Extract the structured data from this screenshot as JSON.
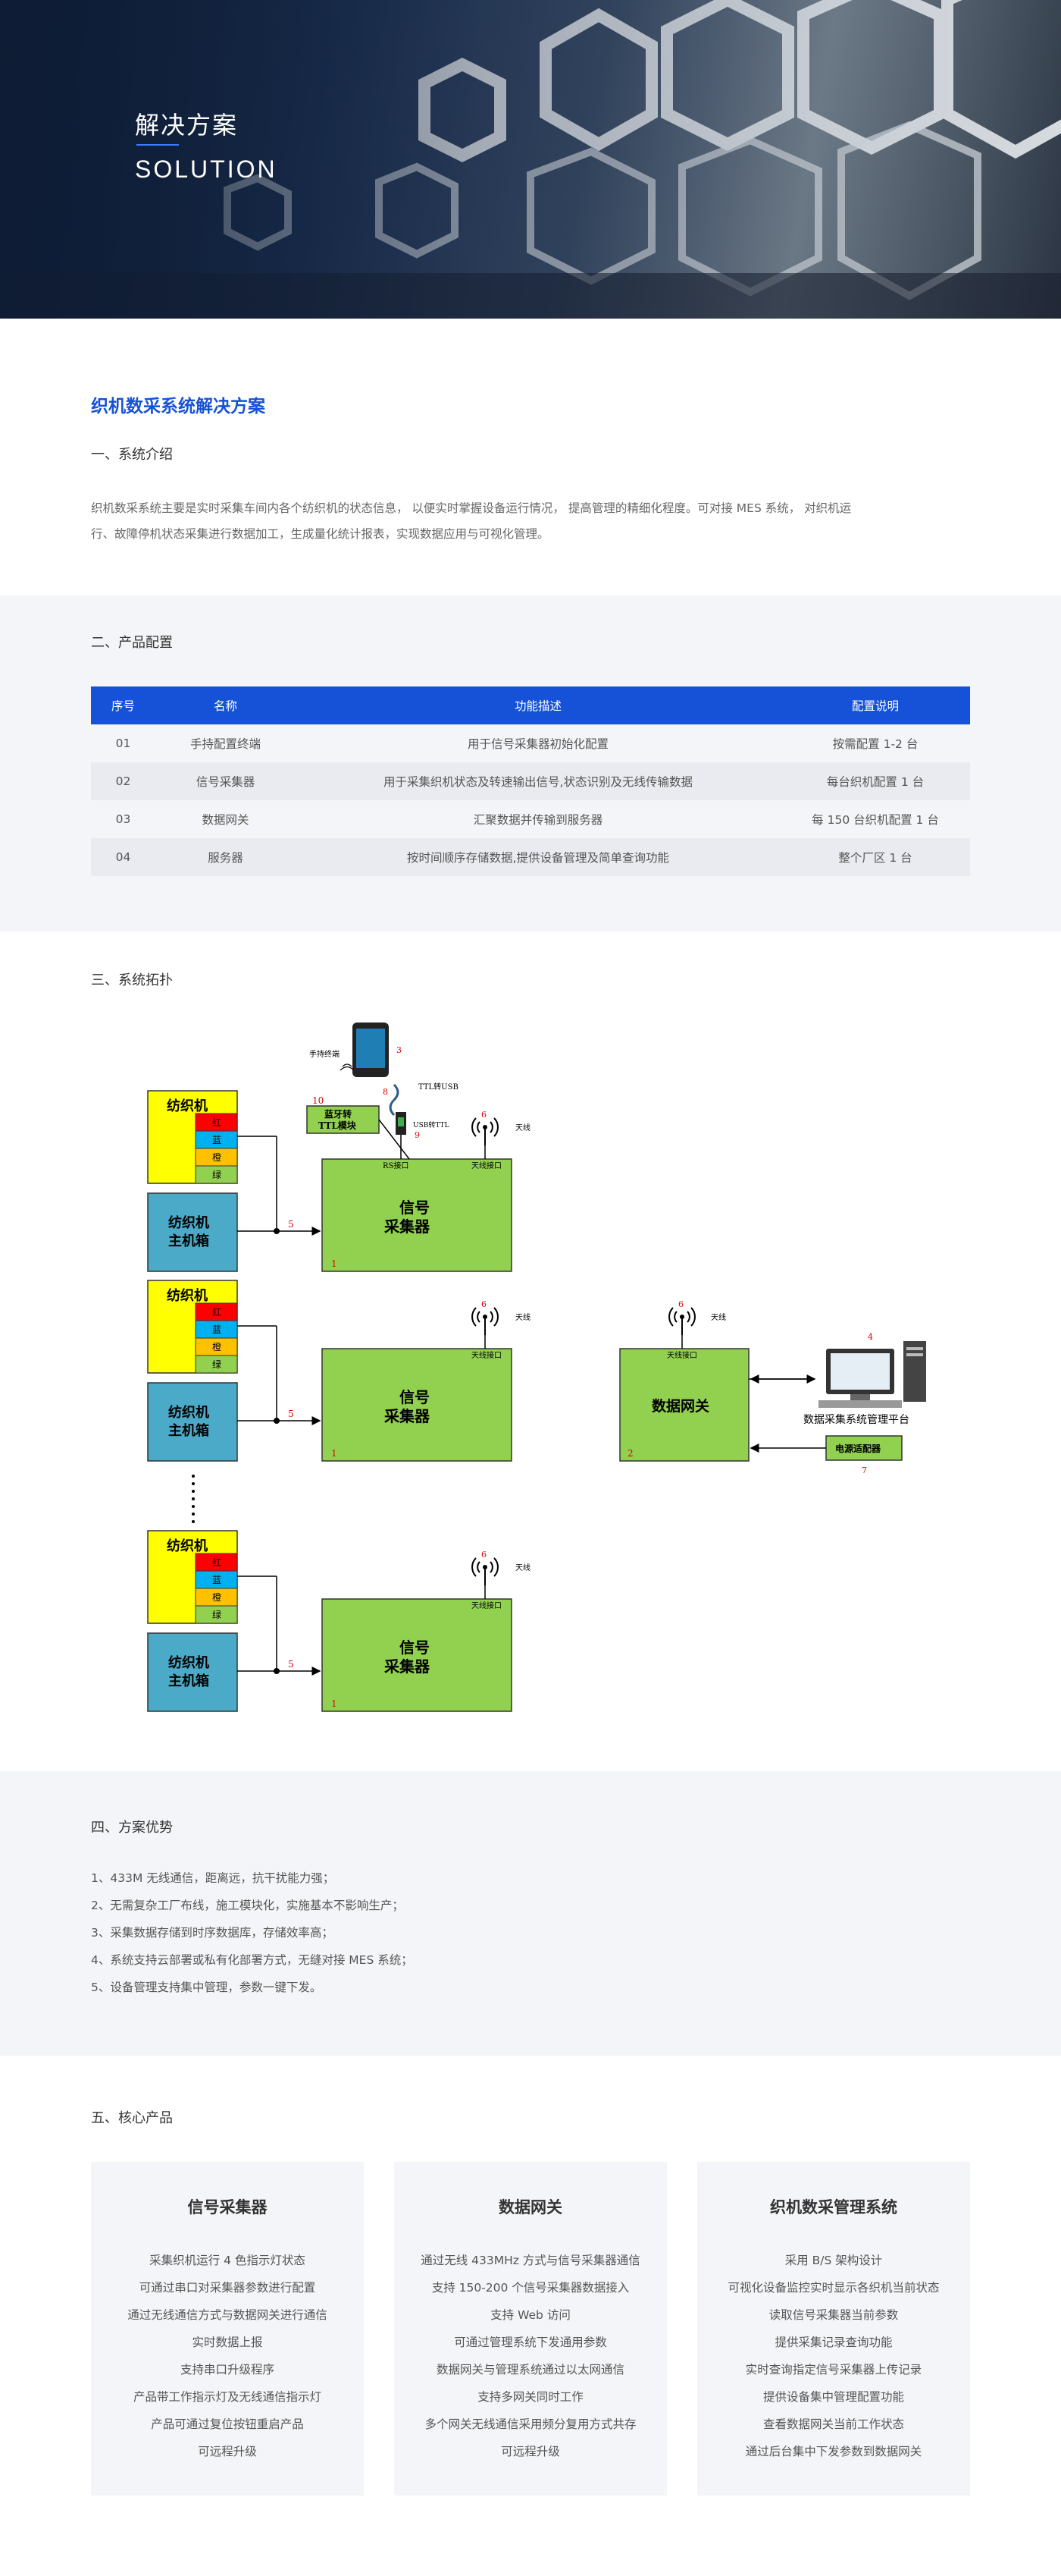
{
  "hero": {
    "title": "解决方案",
    "subtitle": "SOLUTION"
  },
  "intro": {
    "main_title": "织机数采系统解决方案",
    "section_title": "一、系统介绍",
    "paragraph_line1": "织机数采系统主要是实时采集车间内各个纺织机的状态信息， 以便实时掌握设备运行情况， 提高管理的精细化程度。可对接 MES 系统， 对织机运",
    "paragraph_line2": "行、故障停机状态采集进行数据加工，生成量化统计报表，实现数据应用与可视化管理。"
  },
  "config": {
    "section_title": "二、产品配置",
    "headers": [
      "序号",
      "名称",
      "功能描述",
      "配置说明"
    ],
    "rows": [
      [
        "01",
        "手持配置终端",
        "用于信号采集器初始化配置",
        "按需配置 1-2 台"
      ],
      [
        "02",
        "信号采集器",
        "用于采集织机状态及转速输出信号,状态识别及无线传输数据",
        "每台织机配置 1 台"
      ],
      [
        "03",
        "数据网关",
        "汇聚数据并传输到服务器",
        "每 150 台织机配置 1 台"
      ],
      [
        "04",
        "服务器",
        "按时间顺序存储数据,提供设备管理及简单查询功能",
        "整个厂区 1 台"
      ]
    ]
  },
  "topology": {
    "section_title": "三、系统拓扑",
    "loom": "纺织机",
    "loom_host": "纺织机主机箱",
    "loom_host_l1": "纺织机",
    "loom_host_l2": "主机箱",
    "collector_l1": "信号",
    "collector_l2": "采集器",
    "gateway": "数据网关",
    "platform": "数据采集系统管理平台",
    "power_adapter": "电源适配器",
    "antenna": "天线",
    "antenna_port": "天线接口",
    "rs_port": "RS接口",
    "bt_l1": "蓝牙转",
    "bt_l2": "TTL模块",
    "handheld": "手持终端",
    "ttl_usb": "TTL转USB",
    "usb_ttl": "USB转TTL",
    "lamp_colors": [
      "红",
      "蓝",
      "橙",
      "绿"
    ],
    "colors": {
      "loom": "#ffff00",
      "host": "#4aaac8",
      "collector": "#92d050",
      "red": "#ff0000",
      "blue": "#00b0f0",
      "orange": "#ffc000",
      "green": "#92d050",
      "marker": "#e00000"
    },
    "nums": [
      "1",
      "2",
      "3",
      "4",
      "5",
      "6",
      "7",
      "8",
      "9",
      "10"
    ]
  },
  "advantages": {
    "section_title": "四、方案优势",
    "items": [
      "1、433M 无线通信，距离远，抗干扰能力强；",
      "2、无需复杂工厂布线，施工模块化，实施基本不影响生产；",
      "3、采集数据存储到时序数据库，存储效率高；",
      "4、系统支持云部署或私有化部署方式，无缝对接 MES 系统；",
      "5、设备管理支持集中管理，参数一键下发。"
    ]
  },
  "products": {
    "section_title": "五、核心产品",
    "cards": [
      {
        "title": "信号采集器",
        "items": [
          "采集织机运行 4 色指示灯状态",
          "可通过串口对采集器参数进行配置",
          "通过无线通信方式与数据网关进行通信",
          "实时数据上报",
          "支持串口升级程序",
          "产品带工作指示灯及无线通信指示灯",
          "产品可通过复位按钮重启产品",
          "可远程升级"
        ]
      },
      {
        "title": "数据网关",
        "items": [
          "通过无线 433MHz 方式与信号采集器通信",
          "支持 150-200 个信号采集器数据接入",
          "支持 Web 访问",
          "可通过管理系统下发通用参数",
          "数据网关与管理系统通过以太网通信",
          "支持多网关同时工作",
          "多个网关无线通信采用频分复用方式共存",
          "可远程升级"
        ]
      },
      {
        "title": "织机数采管理系统",
        "items": [
          "采用 B/S 架构设计",
          "可视化设备监控实时显示各织机当前状态",
          "读取信号采集器当前参数",
          "提供采集记录查询功能",
          "实时查询指定信号采集器上传记录",
          "提供设备集中管理配置功能",
          "查看数据网关当前工作状态",
          "通过后台集中下发参数到数据网关"
        ]
      }
    ]
  }
}
